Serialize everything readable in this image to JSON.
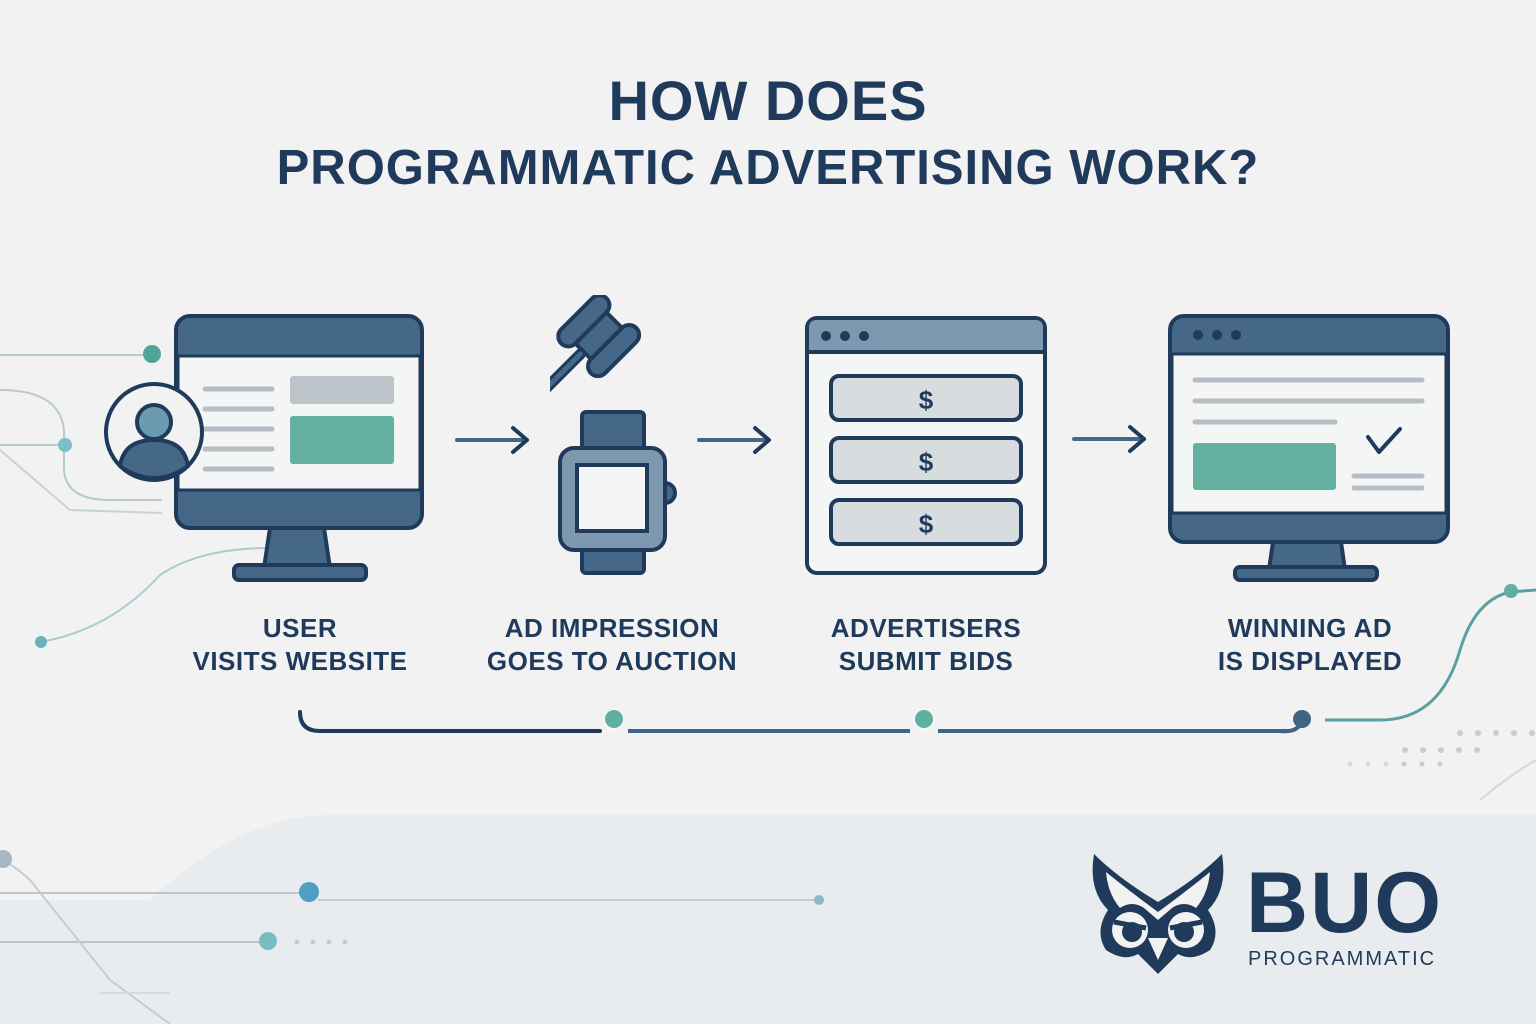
{
  "title": {
    "line1": "HOW DOES",
    "line2": "PROGRAMMATIC ADVERTISING WORK?"
  },
  "steps": [
    {
      "label_line1": "USER",
      "label_line2": "VISITS WEBSITE",
      "icon": "monitor-user-icon"
    },
    {
      "label_line1": "AD IMPRESSION",
      "label_line2": "GOES TO AUCTION",
      "icon": "gavel-watch-icon"
    },
    {
      "label_line1": "ADVERTISERS",
      "label_line2": "SUBMIT BIDS",
      "icon": "browser-bids-icon",
      "bid_symbols": [
        "$",
        "$",
        "$"
      ]
    },
    {
      "label_line1": "WINNING AD",
      "label_line2": "IS DISPLAYED",
      "icon": "monitor-check-icon"
    }
  ],
  "brand": {
    "name": "BUO",
    "subtitle": "PROGRAMMATIC",
    "logo": "owl-logo-icon"
  },
  "colors": {
    "navy": "#1f3a5a",
    "slate": "#466888",
    "teal": "#5fb0a0",
    "light_gray": "#bcc3c9",
    "background": "#f2f2f2"
  }
}
